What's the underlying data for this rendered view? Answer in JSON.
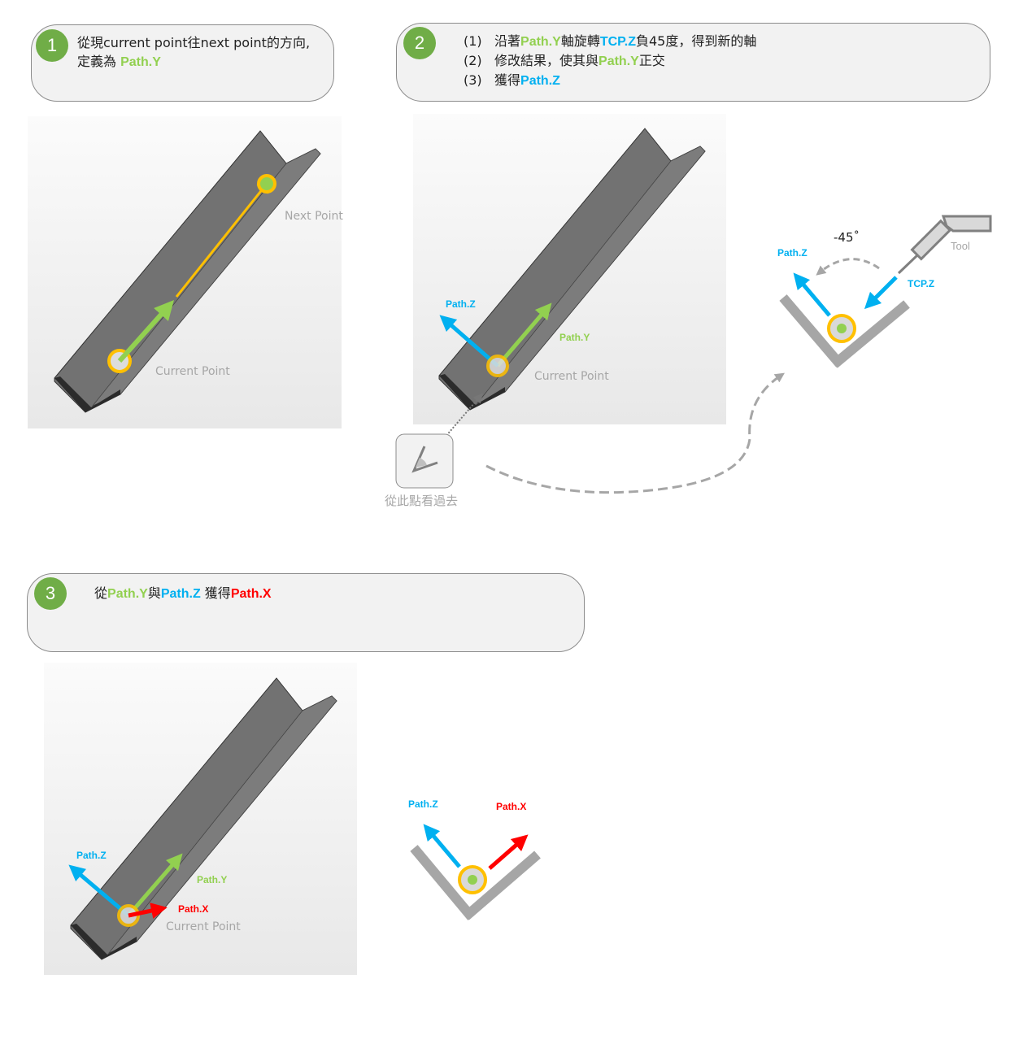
{
  "step1": {
    "badge": "1",
    "line1": "從現current point往next point的方向,",
    "line2_prefix": "定義為 ",
    "line2_highlight": "Path.Y"
  },
  "step2": {
    "badge": "2",
    "items": [
      {
        "num": "(1)",
        "a": "沿著",
        "b": "Path.Y",
        "c": "軸旋轉",
        "d": "TCP.Z",
        "e": "負45度，得到新的軸"
      },
      {
        "num": "(2)",
        "a": "修改結果，使其與",
        "b": "Path.Y",
        "c": "正交"
      },
      {
        "num": "(3)",
        "a": "獲得",
        "b": "Path.Z"
      }
    ]
  },
  "step3": {
    "badge": "3",
    "a": "從",
    "b": "Path.Y",
    "c": "與",
    "d": "Path.Z",
    "e": " 獲得",
    "f": "Path.X"
  },
  "labels": {
    "next_point": "Next Point",
    "current_point": "Current Point",
    "path_y": "Path.Y",
    "path_z": "Path.Z",
    "path_x": "Path.X",
    "tcp_z": "TCP.Z",
    "tool": "Tool",
    "angle": "-45˚",
    "view_from_here": "從此點看過去"
  },
  "icons": {
    "eye": "eye-view-icon"
  },
  "colors": {
    "green": "#92d050",
    "blue": "#00b0f0",
    "red": "#ff0000",
    "orange": "#ffc000",
    "badge": "#70ad47"
  }
}
